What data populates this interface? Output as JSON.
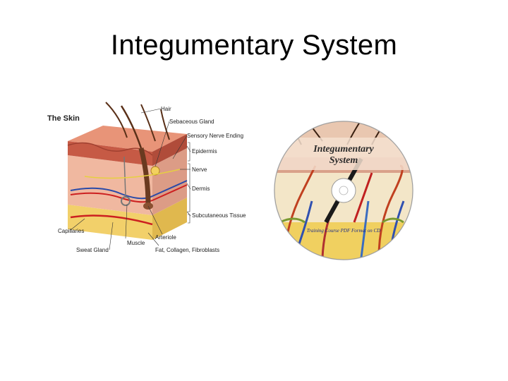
{
  "slide": {
    "title": "Integumentary System"
  },
  "skin_diagram": {
    "title": "The Skin",
    "labels": {
      "hair": "Hair",
      "sebaceous_gland": "Sebaceous Gland",
      "sensory_nerve_ending": "Sensory Nerve Ending",
      "epidermis": "Epidermis",
      "nerve": "Nerve",
      "dermis": "Dermis",
      "subcutaneous_tissue": "Subcutaneous Tissue",
      "capillaries": "Capillaries",
      "arteriole": "Arteriole",
      "muscle": "Muscle",
      "sweat_gland": "Sweat Gland",
      "fat": "Fat, Collagen, Fibroblasts"
    }
  },
  "cd_cover": {
    "title_line1": "Integumentary",
    "title_line2": "System",
    "subtitle": "Training Course PDF Format on CD"
  }
}
